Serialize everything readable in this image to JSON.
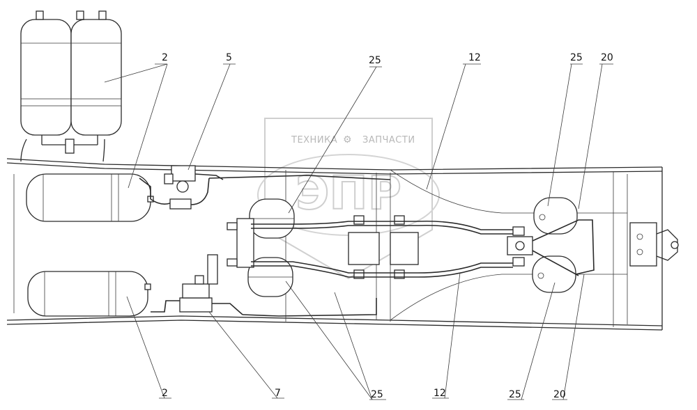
{
  "watermark": {
    "left_text": "ТЕХНИКА",
    "right_text": "ЗАПЧАСТИ",
    "logo_letters": "ЭПР"
  },
  "callouts": {
    "top": [
      "2",
      "5",
      "25",
      "12",
      "25",
      "20"
    ],
    "bottom": [
      "2",
      "7",
      "25",
      "12",
      "25",
      "20"
    ]
  },
  "colors": {
    "line": "#2a2a2a",
    "watermark": "#b8b8b8",
    "background": "#ffffff"
  }
}
